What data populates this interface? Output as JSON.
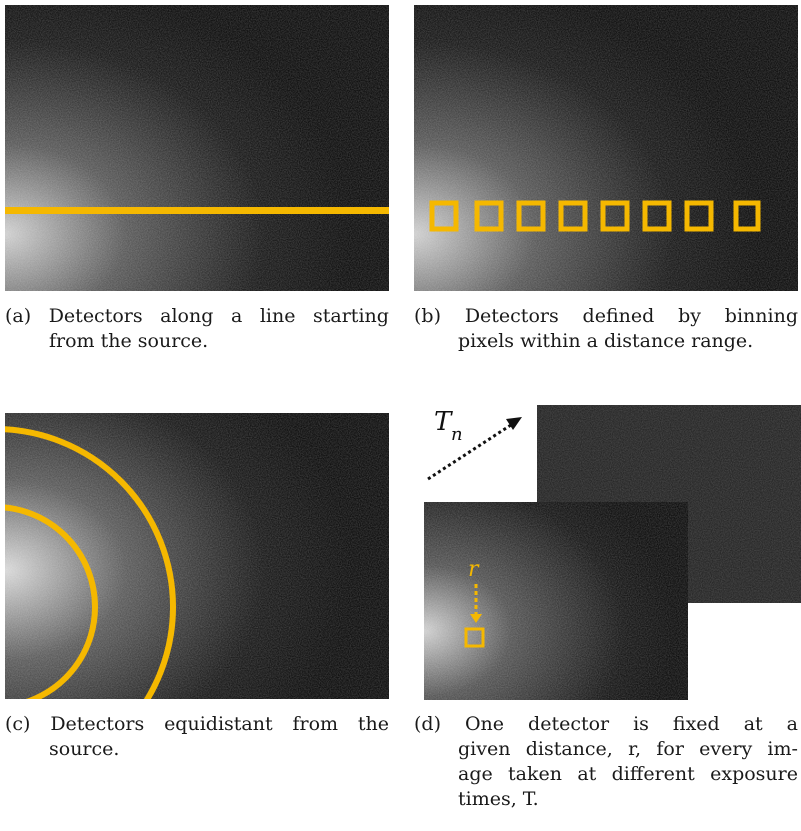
{
  "colors": {
    "detector": "#f5b800",
    "image_bg": "#101010",
    "text": "#1a1a1a"
  },
  "panels": {
    "a": {
      "label": "(a)",
      "caption_line1": [
        "Detectors",
        "along",
        "a",
        "line",
        "starting"
      ],
      "caption_line2": "from the source."
    },
    "b": {
      "label": "(b)",
      "caption_line1": [
        "Detectors",
        "defined",
        "by",
        "binning"
      ],
      "caption_line2": "pixels within a distance range."
    },
    "c": {
      "label": "(c)",
      "caption_line1": [
        "Detectors",
        "equidistant",
        "from",
        "the"
      ],
      "caption_line2": "source."
    },
    "d": {
      "label": "(d)",
      "symbol_T": "T",
      "symbol_n": "n",
      "symbol_r": "r",
      "caption_line1": [
        "One",
        "detector",
        "is",
        "fixed",
        "at",
        "a"
      ],
      "caption_line2": [
        "given",
        "distance,",
        "r,",
        "for",
        "every",
        "im-"
      ],
      "caption_line3": [
        "age",
        "taken",
        "at",
        "different",
        "exposure"
      ],
      "caption_line4": "times, T."
    }
  }
}
